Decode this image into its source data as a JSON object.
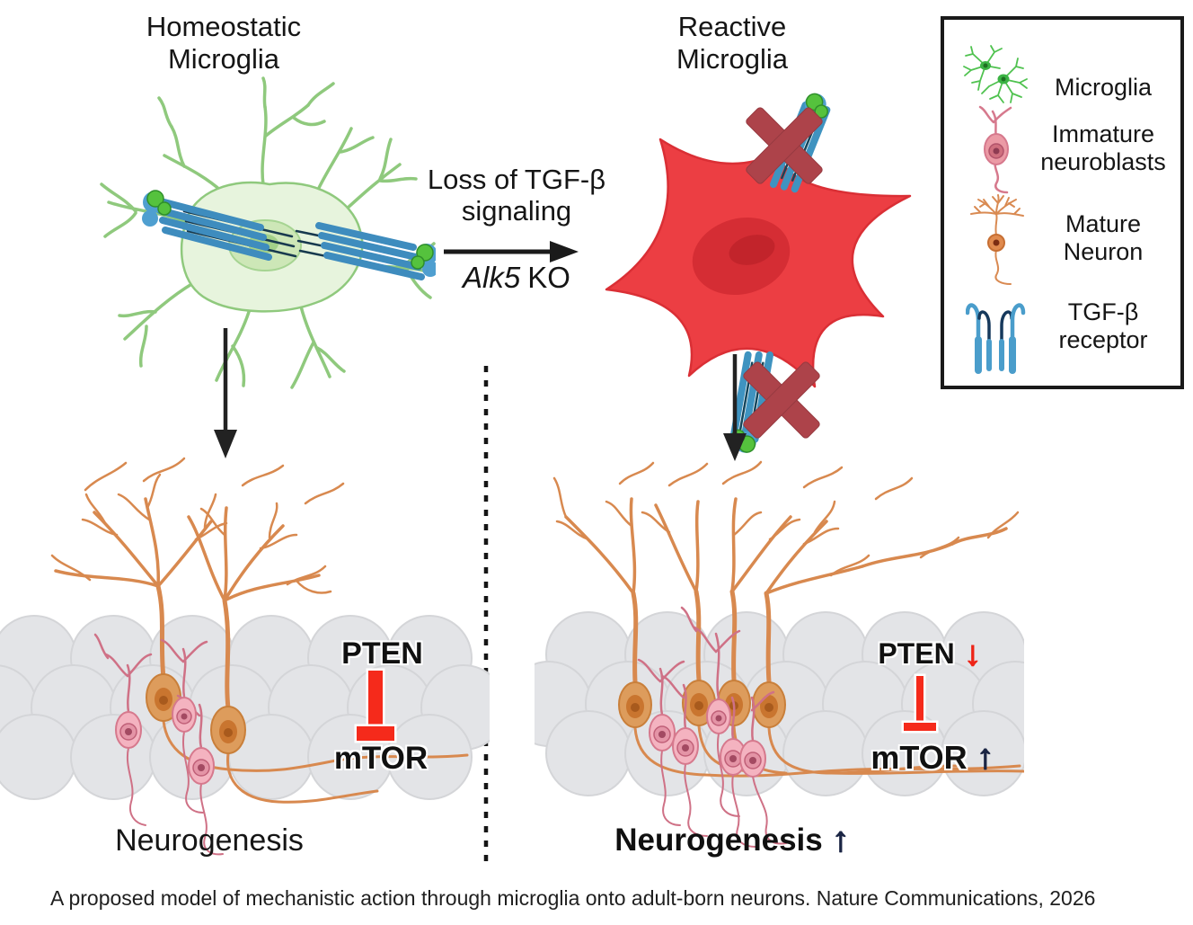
{
  "header": {
    "left_title": "Homeostatic\nMicroglia",
    "right_title": "Reactive\nMicroglia"
  },
  "transition": {
    "loss_text": "Loss of TGF-β\nsignaling",
    "gene": "Alk5",
    "ko": "KO"
  },
  "legend": {
    "items": [
      {
        "icon": "microglia-icon",
        "label": "Microglia"
      },
      {
        "icon": "immature-neuroblast-icon",
        "label": "Immature\nneuroblasts"
      },
      {
        "icon": "mature-neuron-icon",
        "label": "Mature\nNeuron"
      },
      {
        "icon": "tgfb-receptor-icon",
        "label": "TGF-β\nreceptor"
      }
    ]
  },
  "left_panel": {
    "pten": "PTEN",
    "mtor": "mTOR",
    "neurogenesis": "Neurogenesis"
  },
  "right_panel": {
    "pten": "PTEN",
    "pten_arrow": "↓",
    "mtor": "mTOR",
    "mtor_arrow": "↑",
    "neurogenesis": "Neurogenesis",
    "neurogenesis_arrow": "↑"
  },
  "caption": "A proposed model of mechanistic action through microglia onto adult-born neurons. Nature Communications, 2026",
  "colors": {
    "microglia_green_stroke": "#8fc97d",
    "microglia_green_fill": "#e7f4dd",
    "reactive_red": "#ec3e43",
    "receptor_blue": "#3e8cbe",
    "ligand_green": "#55c23d",
    "blocked_x_red": "#ad434a",
    "inhibition_red": "#f52a1b",
    "navy_arrow": "#1b2544",
    "mature_neuron_orange": "#d8894f",
    "neuroblast_pink": "#f4b3c0",
    "granule_cell_gray": "#e3e4e7"
  }
}
